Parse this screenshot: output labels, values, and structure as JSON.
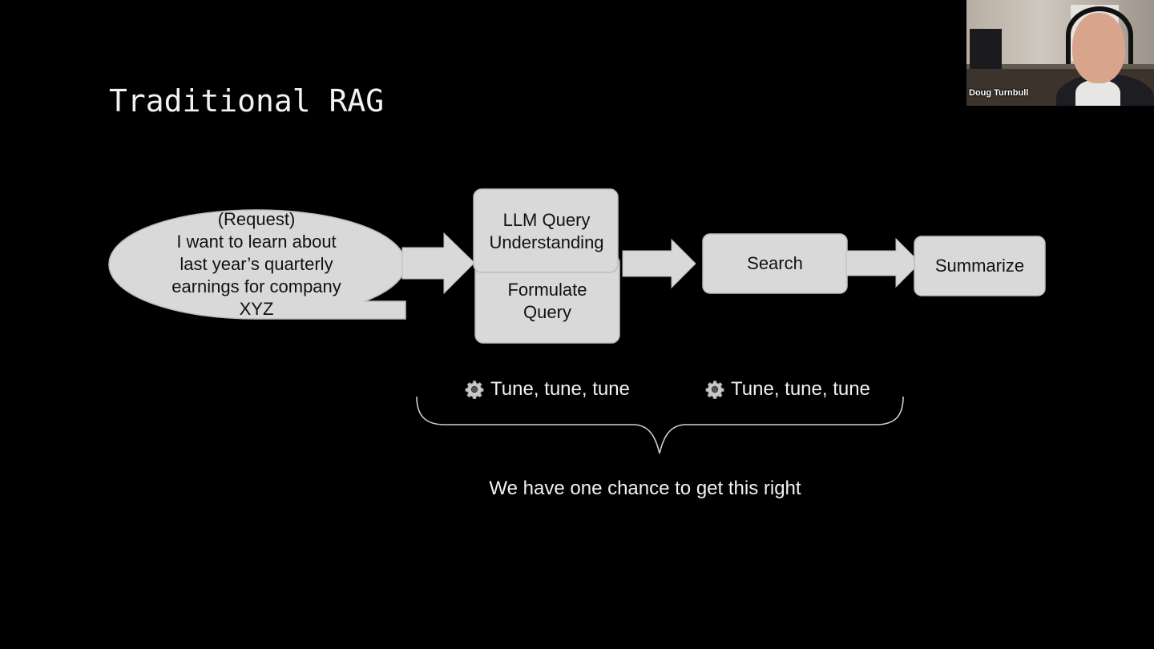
{
  "slide": {
    "title": "Traditional RAG",
    "request_text": "(Request)\nI want to learn about\nlast year’s quarterly\nearnings for company\nXYZ",
    "llm_text": "LLM Query\nUnderstanding",
    "formulate_text": "Formulate\nQuery",
    "search_text": "Search",
    "summarize_text": "Summarize",
    "tune_1": "Tune, tune, tune",
    "tune_2": "Tune, tune, tune",
    "caption": "We have one chance to get this right"
  },
  "colors": {
    "background": "#000000",
    "shape_fill": "#d9d9d9",
    "text_light": "#f2f2f2"
  },
  "webcam": {
    "participant_name": "Doug Turnbull"
  }
}
